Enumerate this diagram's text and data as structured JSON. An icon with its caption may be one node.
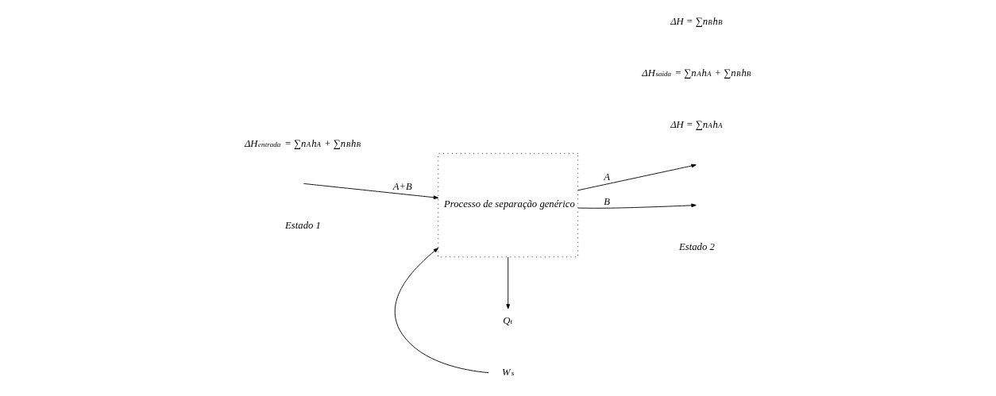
{
  "diagram": {
    "nodes": [
      {
        "text": [
          "Processo de separação genérico"
        ]
      },
      {
        "text": [
          "W$_{s}$"
        ]
      },
      {
        "text": [
          "Q$_{t}$"
        ]
      }
    ],
    "edges": [
      {
        "from": null,
        "to": 0,
        "arrow": "to",
        "label": "A+B"
      },
      {
        "from": 0,
        "to": null,
        "arrow": "to",
        "label": "A"
      },
      {
        "from": 0,
        "to": null,
        "arrow": "to",
        "label": "B"
      },
      {
        "from": 1,
        "to": 0,
        "arrow": "to"
      },
      {
        "from": 0,
        "to": 2,
        "arrow": "to"
      }
    ],
    "labels": [
      "Estado 1",
      "Estado 2",
      "ΔH = ∑n$_{A}$h$_{A}$",
      "ΔH$_{entrada}$ = ∑n$_{A}$h$_{A}$ + ∑n$_{B}$h$_{B}$",
      "ΔH$_{saida}$ = ∑n$_{A}$h$_{A}$ + ∑n$_{B}$h$_{B}$",
      "ΔH = ∑n$_{B}$h$_{B}$"
    ]
  }
}
